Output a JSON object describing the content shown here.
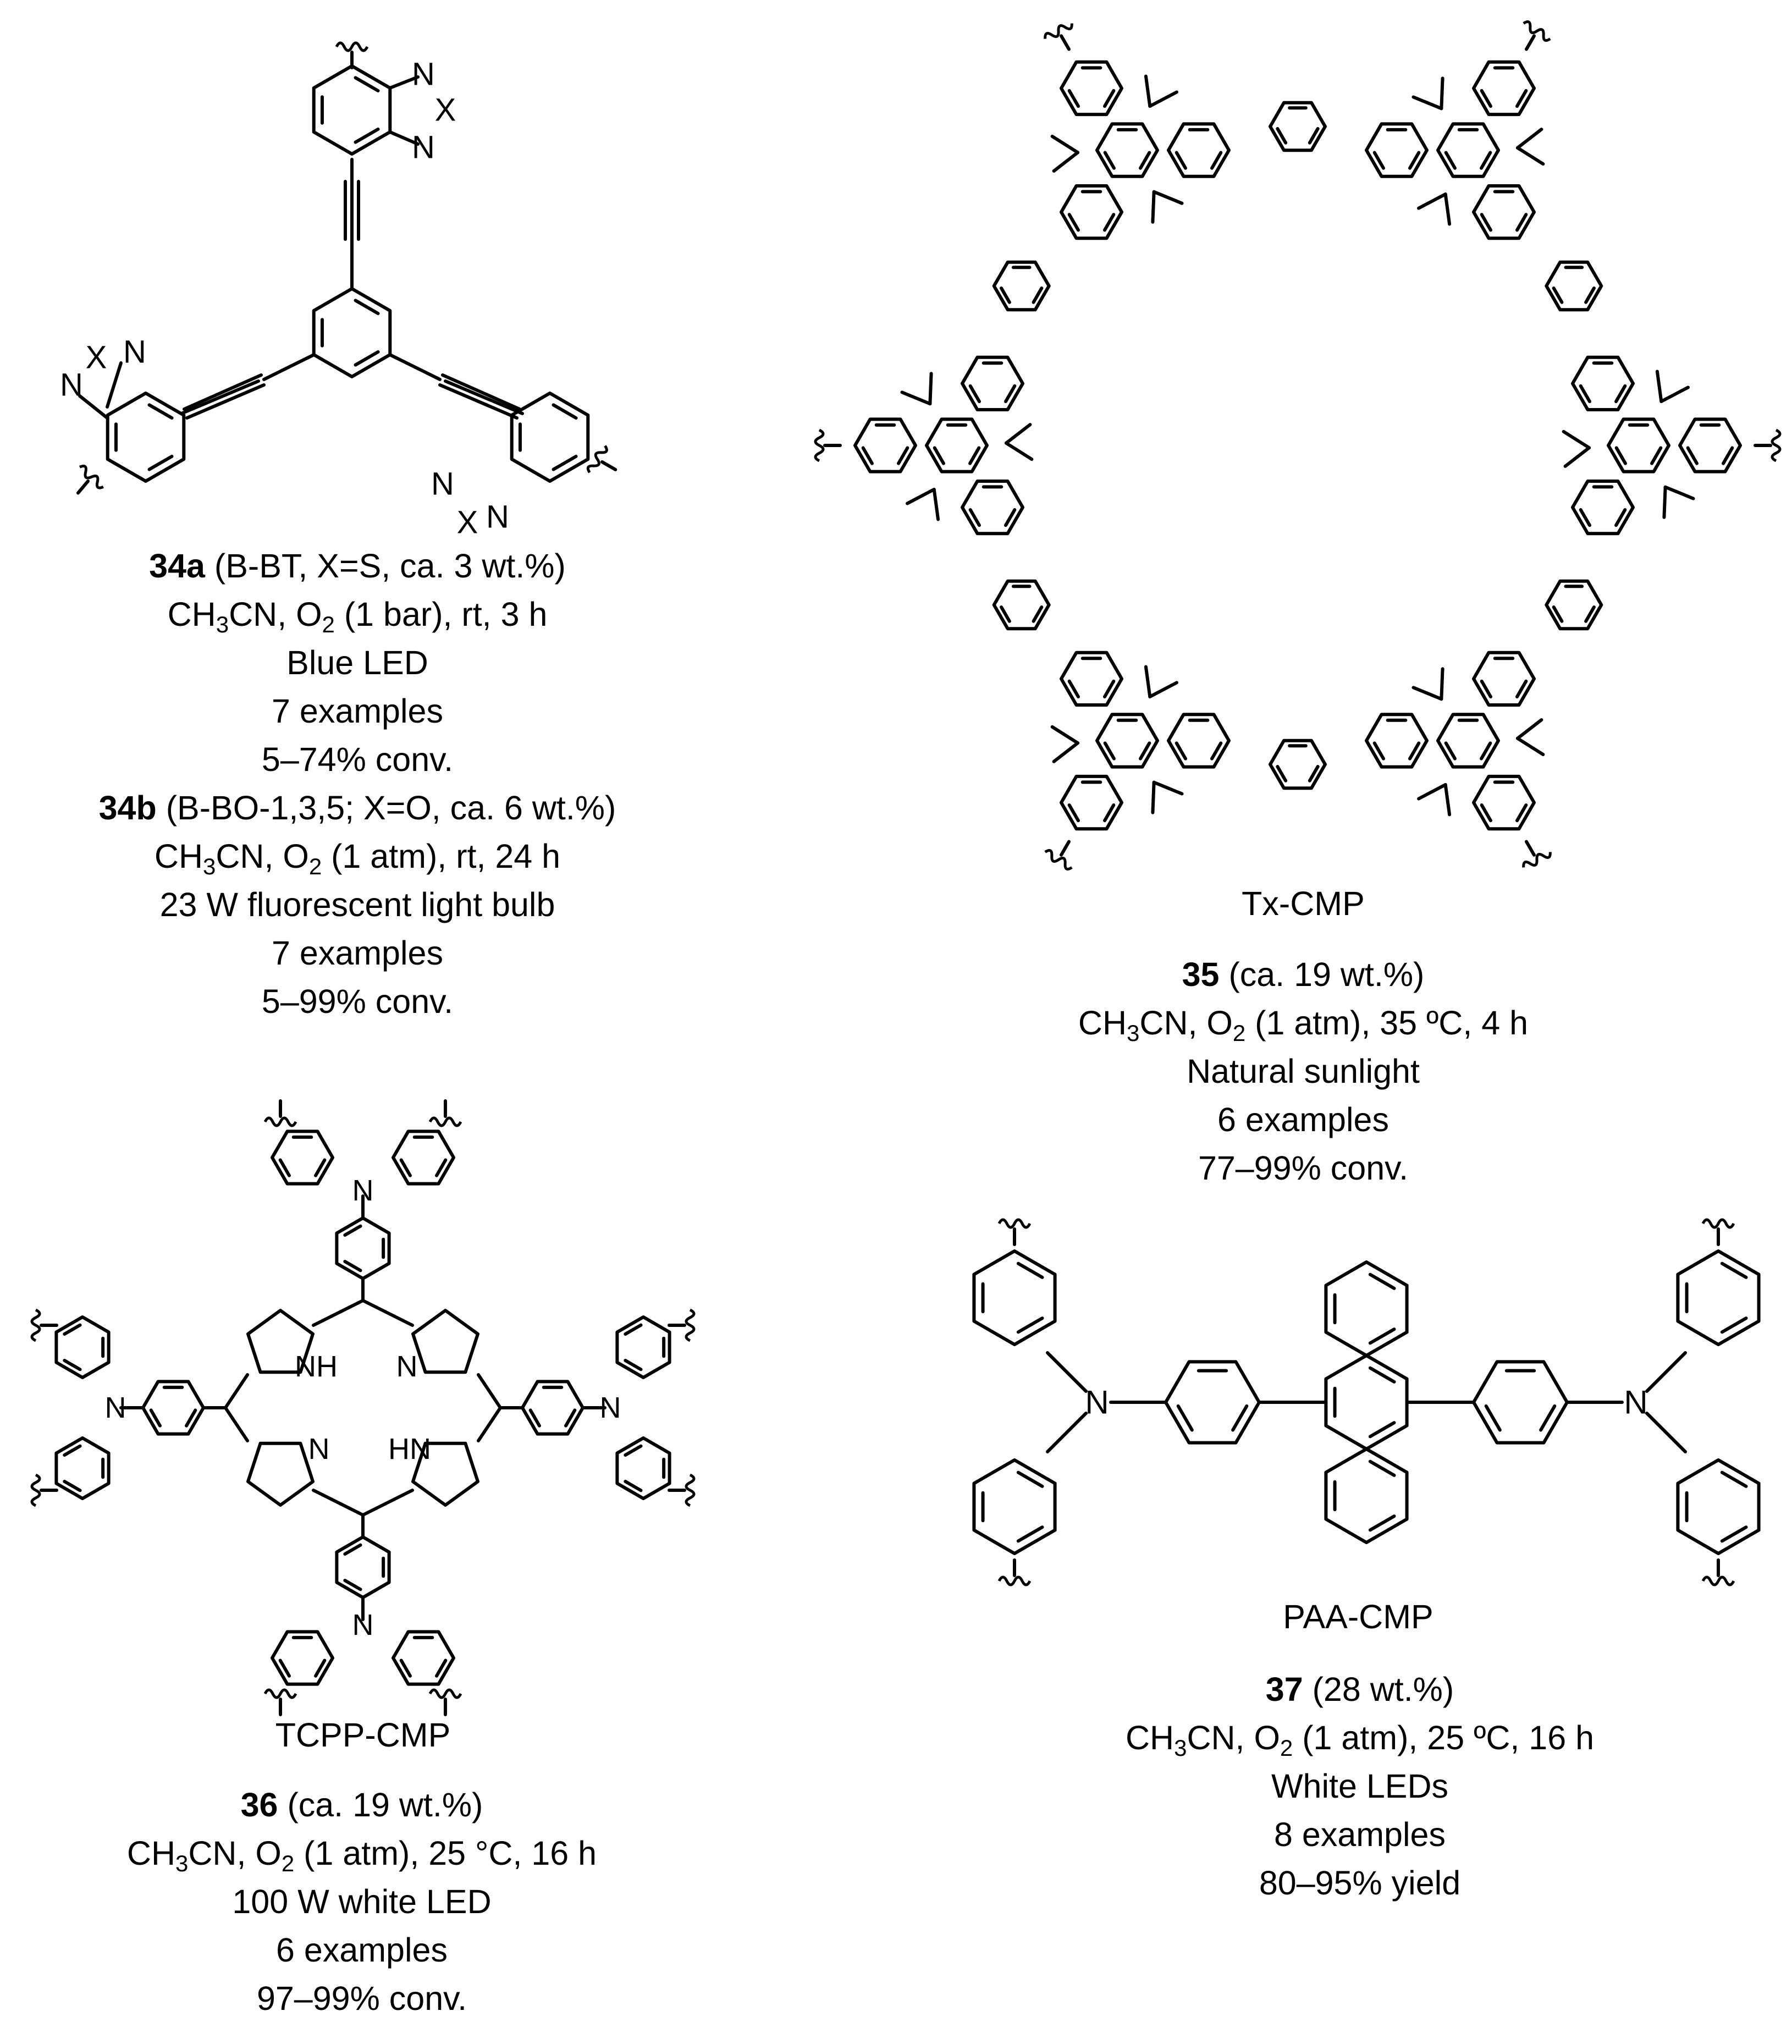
{
  "atoms": {
    "N": "N",
    "X": "X",
    "NH": "NH",
    "HN": "HN"
  },
  "compound_34": {
    "label_a": "34a",
    "desc_a": "(B-BT, X=S, ca. 3 wt.%)",
    "cond_a_pre": "CH",
    "cond_a_sub3": "3",
    "cond_a_mid": "CN, O",
    "cond_a_sub2": "2",
    "cond_a_post": " (1 bar), rt, 3 h",
    "light_a": "Blue LED",
    "examples_a": "7 examples",
    "conv_a": "5–74% conv.",
    "label_b": "34b",
    "desc_b": "(B-BO-1,3,5; X=O, ca. 6 wt.%)",
    "cond_b_pre": "CH",
    "cond_b_sub3": "3",
    "cond_b_mid": "CN, O",
    "cond_b_sub2": "2",
    "cond_b_post": " (1 atm), rt, 24 h",
    "light_b": "23 W fluorescent light bulb",
    "examples_b": "7 examples",
    "conv_b": "5–99% conv."
  },
  "compound_35": {
    "name": "Tx-CMP",
    "label": "35",
    "desc": "(ca. 19 wt.%)",
    "cond_pre": "CH",
    "cond_sub3": "3",
    "cond_mid": "CN, O",
    "cond_sub2": "2",
    "cond_post": " (1 atm), 35 ºC, 4 h",
    "light": "Natural sunlight",
    "examples": "6 examples",
    "conv": "77–99% conv."
  },
  "compound_36": {
    "name": "TCPP-CMP",
    "label": "36",
    "desc": "(ca. 19 wt.%)",
    "cond_pre": "CH",
    "cond_sub3": "3",
    "cond_mid": "CN, O",
    "cond_sub2": "2",
    "cond_post": " (1 atm), 25 °C, 16 h",
    "light": "100 W white LED",
    "examples": "6 examples",
    "conv": "97–99% conv."
  },
  "compound_37": {
    "name": "PAA-CMP",
    "label": "37",
    "desc": "(28 wt.%)",
    "cond_pre": "CH",
    "cond_sub3": "3",
    "cond_mid": "CN, O",
    "cond_sub2": "2",
    "cond_post": " (1 atm), 25 ºC, 16 h",
    "light": "White LEDs",
    "examples": "8 examples",
    "conv": "80–95% yield"
  },
  "style": {
    "ink": "#000000",
    "background": "#ffffff"
  }
}
